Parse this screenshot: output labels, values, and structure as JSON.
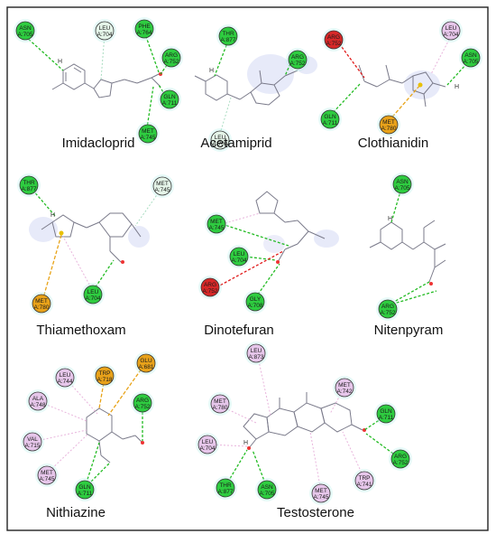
{
  "colors": {
    "hbond": "#22bb22",
    "unfav": "#e01919",
    "pi_sulfur": "#e8a317",
    "alkyl": "#e8b4dc",
    "vdw": "#a8dcc0",
    "bond": "#7a7a8a",
    "hydrophobic_halo": "#d4d8f4",
    "green_node": "#2ecc40",
    "red_node": "#d62828",
    "pink_node": "#e6c6ea",
    "pale_node": "#e4f4e8",
    "orange_node": "#e8a21a"
  },
  "panels": [
    {
      "caption": "Imidacloprid",
      "residues": [
        {
          "name": "ASN",
          "num": "A:705"
        },
        {
          "name": "LEU",
          "num": "A:704"
        },
        {
          "name": "PHE",
          "num": "A:764"
        },
        {
          "name": "ARG",
          "num": "A:752"
        },
        {
          "name": "GLN",
          "num": "A:711"
        },
        {
          "name": "MET",
          "num": "A:745"
        }
      ]
    },
    {
      "caption": "Acetamiprid",
      "residues": [
        {
          "name": "THR",
          "num": "A:877"
        },
        {
          "name": "ARG",
          "num": "A:752"
        },
        {
          "name": "LEU",
          "num": "A:704"
        }
      ]
    },
    {
      "caption": "Clothianidin",
      "residues": [
        {
          "name": "ARG",
          "num": "A:752"
        },
        {
          "name": "LEU",
          "num": "A:704"
        },
        {
          "name": "ASN",
          "num": "A:705"
        },
        {
          "name": "GLN",
          "num": "A:711"
        },
        {
          "name": "MET",
          "num": "A:780"
        }
      ]
    },
    {
      "caption": "Thiamethoxam",
      "residues": [
        {
          "name": "THR",
          "num": "A:877"
        },
        {
          "name": "MET",
          "num": "A:745"
        },
        {
          "name": "MET",
          "num": "A:780"
        },
        {
          "name": "LEU",
          "num": "A:704"
        }
      ]
    },
    {
      "caption": "Dinotefuran",
      "residues": [
        {
          "name": "MET",
          "num": "A:745"
        },
        {
          "name": "LEU",
          "num": "A:704"
        },
        {
          "name": "ARG",
          "num": "A:752"
        },
        {
          "name": "GLY",
          "num": "A:708"
        }
      ]
    },
    {
      "caption": "Nitenpyram",
      "residues": [
        {
          "name": "ASN",
          "num": "A:705"
        },
        {
          "name": "ARG",
          "num": "A:752"
        }
      ]
    },
    {
      "caption": "Nithiazine",
      "residues": [
        {
          "name": "LEU",
          "num": "A:744"
        },
        {
          "name": "TRP",
          "num": "A:718"
        },
        {
          "name": "GLU",
          "num": "A:681"
        },
        {
          "name": "ALA",
          "num": "A:748"
        },
        {
          "name": "ARG",
          "num": "A:752"
        },
        {
          "name": "VAL",
          "num": "A:715"
        },
        {
          "name": "MET",
          "num": "A:745"
        },
        {
          "name": "GLN",
          "num": "A:711"
        }
      ]
    },
    {
      "caption": "Testosterone",
      "residues": [
        {
          "name": "LEU",
          "num": "A:873"
        },
        {
          "name": "MET",
          "num": "A:780"
        },
        {
          "name": "MET",
          "num": "A:742"
        },
        {
          "name": "GLN",
          "num": "A:711"
        },
        {
          "name": "LEU",
          "num": "A:704"
        },
        {
          "name": "ARG",
          "num": "A:752"
        },
        {
          "name": "THR",
          "num": "A:877"
        },
        {
          "name": "ASN",
          "num": "A:705"
        },
        {
          "name": "MET",
          "num": "A:745"
        },
        {
          "name": "TRP",
          "num": "A:741"
        }
      ]
    }
  ]
}
